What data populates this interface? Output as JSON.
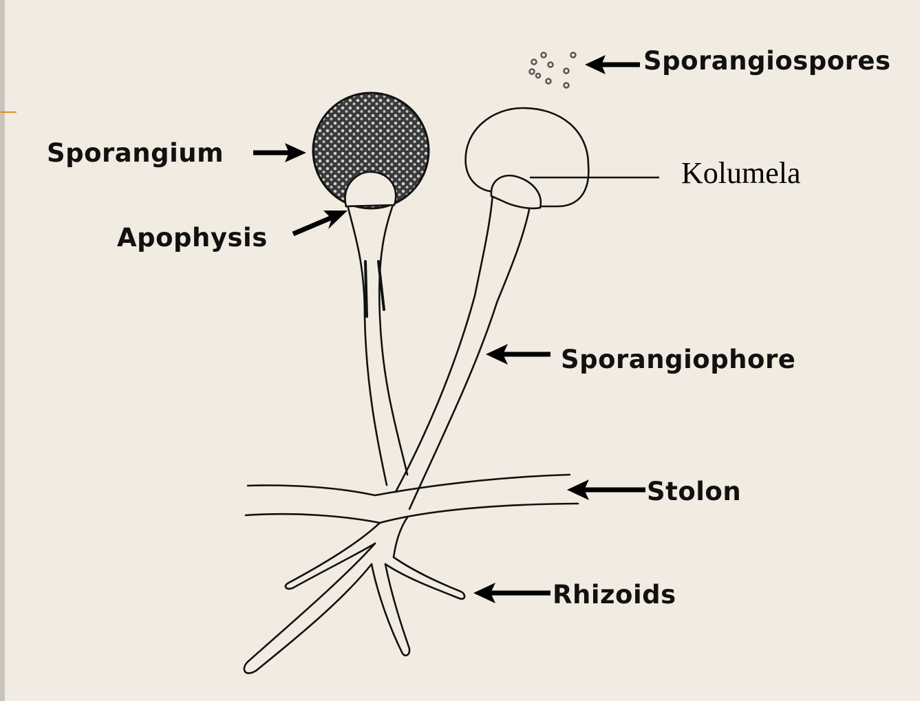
{
  "labels": {
    "sporangiospores": "Sporangiospores",
    "sporangium": "Sporangium",
    "apophysis": "Apophysis",
    "kolumela": "Kolumela",
    "sporangiophore": "Sporangiophore",
    "stolon": "Stolon",
    "rhizoids": "Rhizoids"
  },
  "colors": {
    "background": "#f1ebe1",
    "ink": "#111111",
    "accent_tick": "#e08a2a"
  }
}
